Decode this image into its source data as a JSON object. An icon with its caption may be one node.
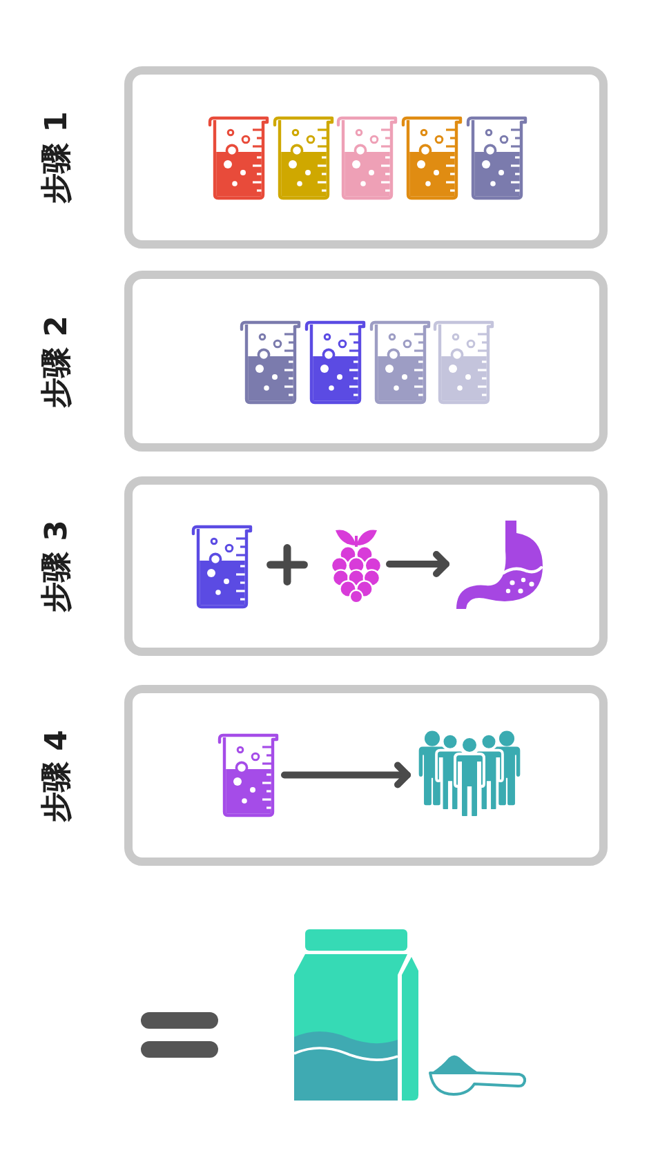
{
  "diagram": {
    "nodes": [
      {
        "text": [
          "步骤 1"
        ]
      },
      {
        "text": [
          "步骤 2"
        ]
      },
      {
        "text": [
          "步骤 3"
        ]
      },
      {
        "text": [],
        "shape": "picture",
        "in": 2
      },
      {
        "text": [],
        "shape": "picture",
        "in": 2
      },
      {
        "text": [
          "步骤 4"
        ]
      },
      {
        "text": [],
        "shape": "picture",
        "in": 5
      },
      {
        "text": [],
        "shape": "picture",
        "in": 5
      }
    ],
    "edges": [
      {
        "from": 3,
        "to": 4,
        "arrow": "to"
      },
      {
        "from": 6,
        "to": 7,
        "arrow": "to"
      }
    ]
  }
}
